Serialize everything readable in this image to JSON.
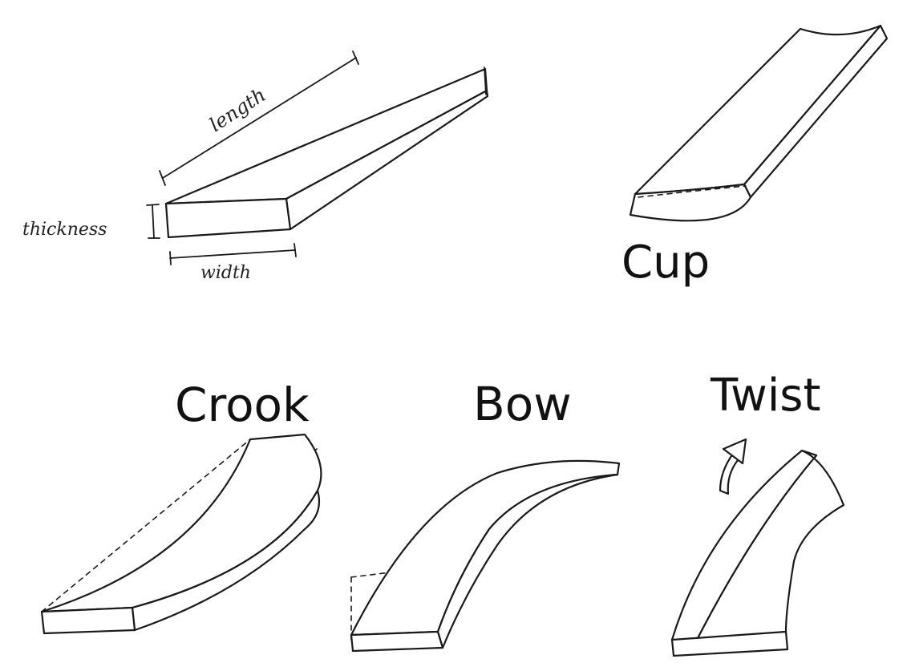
{
  "labels": {
    "length": "length",
    "thickness": "thickness",
    "width": "width",
    "cup": "Cup",
    "crook": "Crook",
    "bow": "Bow",
    "twist": "Twist"
  },
  "colors": {
    "ink": "#1a1a1a",
    "background": "#ffffff"
  }
}
